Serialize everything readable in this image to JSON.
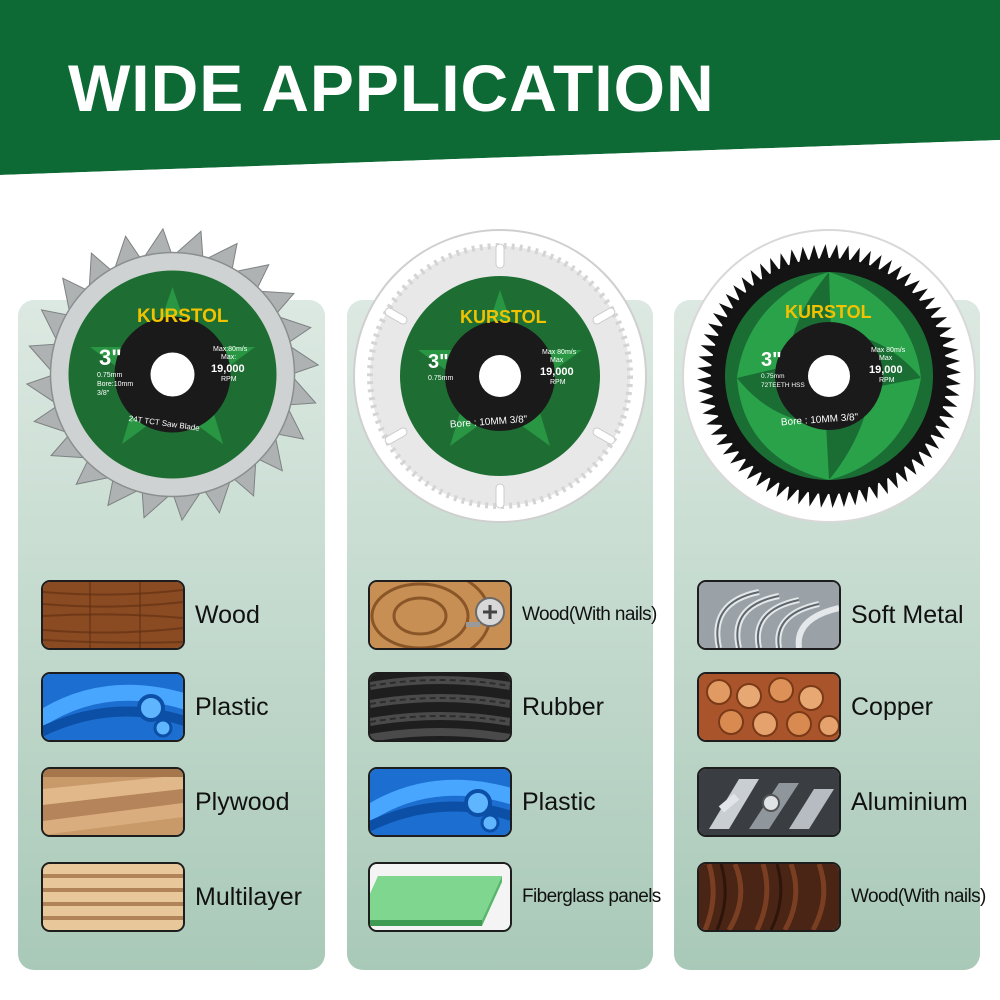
{
  "header": {
    "title": "WIDE APPLICATION",
    "bg_color": "#0d6a35"
  },
  "blades": [
    {
      "brand": "KURSTOL",
      "size": "3\"",
      "specs_left": [
        "0.75mm",
        "Bore:10mm",
        "3/8\""
      ],
      "specs_right": [
        "Max:80m/s",
        "Max:",
        "19,000",
        "RPM"
      ],
      "type_text": "24T TCT Saw Blade"
    },
    {
      "brand": "KURSTOL",
      "size": "3\"",
      "specs_left": [
        "0.75mm"
      ],
      "specs_right": [
        "Max 80m/s",
        "Max",
        "19,000",
        "RPM"
      ],
      "type_text": "Bore : 10MM 3/8\""
    },
    {
      "brand": "KURSTOL",
      "size": "3\"",
      "specs_left": [
        "0.75mm",
        "72TEETH HSS"
      ],
      "specs_right": [
        "Max 80m/s",
        "Max",
        "19,000",
        "RPM"
      ],
      "type_text": "Bore : 10MM 3/8\""
    }
  ],
  "columns": [
    {
      "materials": [
        {
          "label": "Wood",
          "icon": "wood-texture"
        },
        {
          "label": "Plastic",
          "icon": "blue-plastic-tubes"
        },
        {
          "label": "Plywood",
          "icon": "plywood-planks"
        },
        {
          "label": "Multilayer",
          "icon": "multilayer-board"
        }
      ]
    },
    {
      "materials": [
        {
          "label": "Wood(With nails)",
          "icon": "wood-with-screw"
        },
        {
          "label": "Rubber",
          "icon": "rubber-tires"
        },
        {
          "label": "Plastic",
          "icon": "blue-plastic-tubes"
        },
        {
          "label": "Fiberglass panels",
          "icon": "fiberglass-panel"
        }
      ]
    },
    {
      "materials": [
        {
          "label": "Soft Metal",
          "icon": "metal-coil"
        },
        {
          "label": "Copper",
          "icon": "copper-rods"
        },
        {
          "label": "Aluminium",
          "icon": "aluminium-profiles"
        },
        {
          "label": "Wood(With nails)",
          "icon": "dark-wood"
        }
      ]
    }
  ],
  "colors": {
    "label_green": "#1a7a33",
    "brand_yellow": "#f2c200",
    "panel_top": "#dce9e2",
    "panel_bottom": "#a9c9b8"
  }
}
